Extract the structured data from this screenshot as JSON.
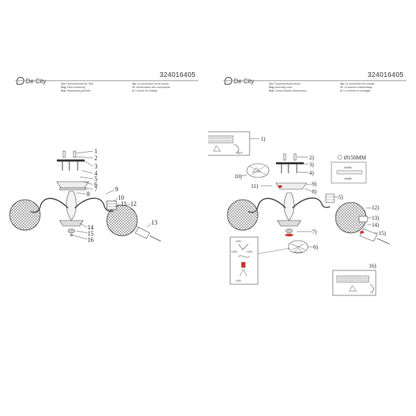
{
  "left": {
    "logo": "De City",
    "code": "324016405",
    "legend": [
      {
        "lang": "Ger",
        "text": "Nummerierung der Teile"
      },
      {
        "lang": "Sp",
        "text": "La numeración de las piezas"
      },
      {
        "lang": "Eng",
        "text": "Parts numbering"
      },
      {
        "lang": "Fr",
        "text": "Numérotation des composants"
      },
      {
        "lang": "Rus",
        "text": "Нумерация деталей"
      },
      {
        "lang": "It",
        "text": "I numeri dei dettagli"
      }
    ],
    "callouts": [
      "1",
      "2",
      "3",
      "4",
      "5",
      "6",
      "7",
      "8",
      "9",
      "10",
      "11",
      "12",
      "13",
      "14",
      "15",
      "16"
    ]
  },
  "right": {
    "logo": "De City",
    "code": "324016405",
    "legend": [
      {
        "lang": "Ger",
        "text": "Zusammenbauschema"
      },
      {
        "lang": "Sp",
        "text": "La numeración de montaje"
      },
      {
        "lang": "Eng",
        "text": "Assembly chart"
      },
      {
        "lang": "Fr",
        "text": "Le schéma d'assemblage"
      },
      {
        "lang": "Rus",
        "text": "Схема сборки светильника"
      },
      {
        "lang": "It",
        "text": "Lo schema di montaggio"
      }
    ],
    "callouts": [
      "1)",
      "2)",
      "3)",
      "4)",
      "5)",
      "6)",
      "7)",
      "8)",
      "9)",
      "10)",
      "11)",
      "12)",
      "13)",
      "14)",
      "15)",
      "16)"
    ],
    "dimension": "Ø150MM",
    "dim_a": "45MM",
    "dim_b": "19MM",
    "wire_labels": [
      "L(N)",
      "L(N)",
      "L(N)",
      "L(N)"
    ],
    "off_label": "OFF"
  }
}
